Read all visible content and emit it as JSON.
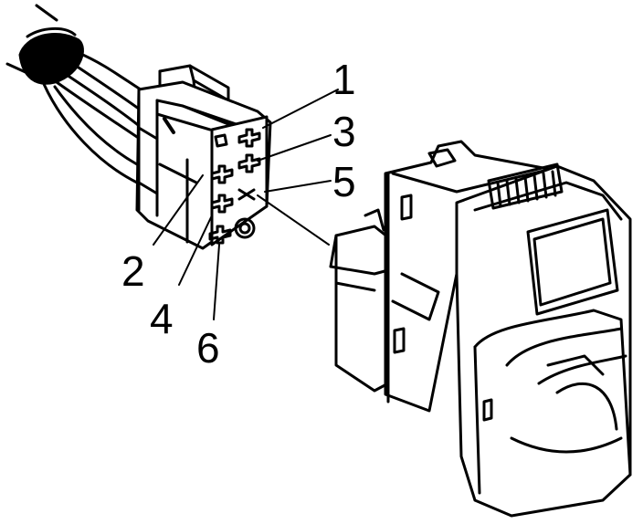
{
  "diagram": {
    "pin_labels": [
      {
        "id": "1",
        "text": "1"
      },
      {
        "id": "3",
        "text": "3"
      },
      {
        "id": "5",
        "text": "5"
      },
      {
        "id": "2",
        "text": "2"
      },
      {
        "id": "4",
        "text": "4"
      },
      {
        "id": "6",
        "text": "6"
      }
    ],
    "colors": {
      "stroke": "#000000",
      "background": "#ffffff"
    }
  }
}
